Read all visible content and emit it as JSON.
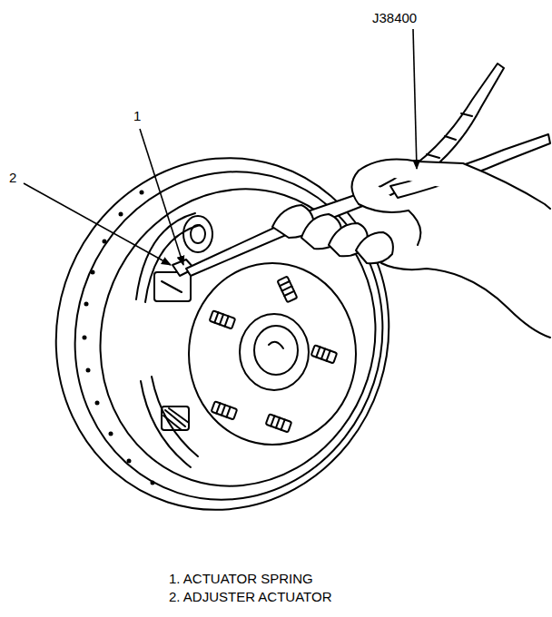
{
  "diagram": {
    "labels": [
      "J38400",
      "1",
      "2",
      "1. ACTUATOR SPRING",
      "2. ADJUSTER ACTUATOR"
    ]
  }
}
